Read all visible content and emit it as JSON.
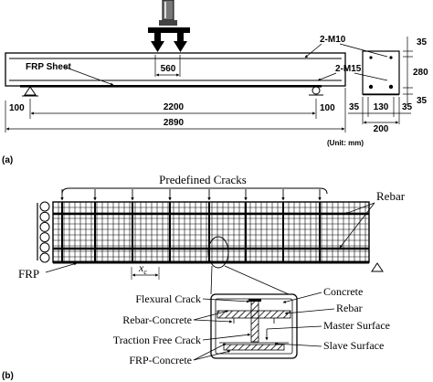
{
  "panel_a": {
    "label": "(a)",
    "rebar_top": "2-M10",
    "rebar_bottom": "2-M15",
    "frp_sheet": "FRP Sheet",
    "dim_load_spacing": "560",
    "dim_clear_span": "2200",
    "dim_total_length": "2890",
    "dim_end_left": "100",
    "dim_end_right": "100",
    "section_top_cover": "35",
    "section_height": "280",
    "section_bottom_cover": "35",
    "section_left_cover": "35",
    "section_core_width": "130",
    "section_right_cover": "35",
    "section_width": "200",
    "unit": "(Unit: mm)"
  },
  "panel_b": {
    "label": "(b)",
    "predefined_cracks": "Predefined Cracks",
    "rebar": "Rebar",
    "frp": "FRP",
    "xc": "x",
    "xc_sub": "c",
    "detail_left": [
      "Flexural Crack",
      "Rebar-Concrete",
      "Traction Free Crack",
      "FRP-Concrete"
    ],
    "detail_right": [
      "Concrete",
      "Rebar",
      "Master Surface",
      "Slave Surface"
    ]
  }
}
